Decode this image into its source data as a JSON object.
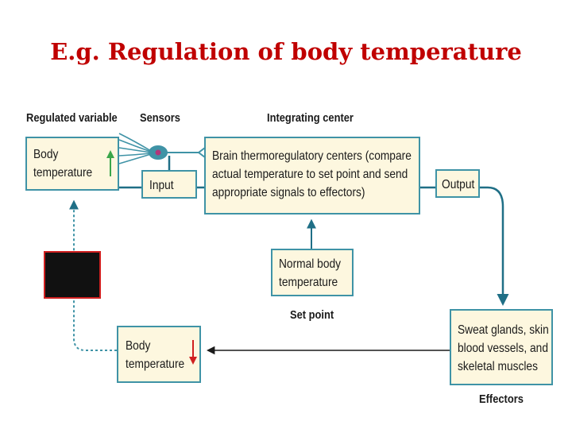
{
  "title": "E.g. Regulation of body temperature",
  "headers": {
    "regulated_variable": "Regulated variable",
    "sensors": "Sensors",
    "integrating_center": "Integrating center",
    "set_point": "Set point",
    "effectors": "Effectors"
  },
  "boxes": {
    "body_temp_top": [
      "Body",
      "temperature"
    ],
    "input": "Input",
    "brain": [
      "Brain thermoregulatory centers (compare",
      "actual temperature to set point and send",
      "appropriate signals to effectors)"
    ],
    "output": "Output",
    "normal_temp": [
      "Normal body",
      "temperature"
    ],
    "effectors_box": [
      "Sweat glands, skin",
      "blood vessels, and",
      "skeletal muscles"
    ],
    "body_temp_bottom": [
      "Body",
      "temperature"
    ]
  },
  "colors": {
    "title": "#c00000",
    "box_fill": "#fdf7df",
    "box_border": "#3f93a6",
    "connector": "#1f6f86",
    "up_arrow": "#3aa64a",
    "down_arrow": "#d02020"
  }
}
